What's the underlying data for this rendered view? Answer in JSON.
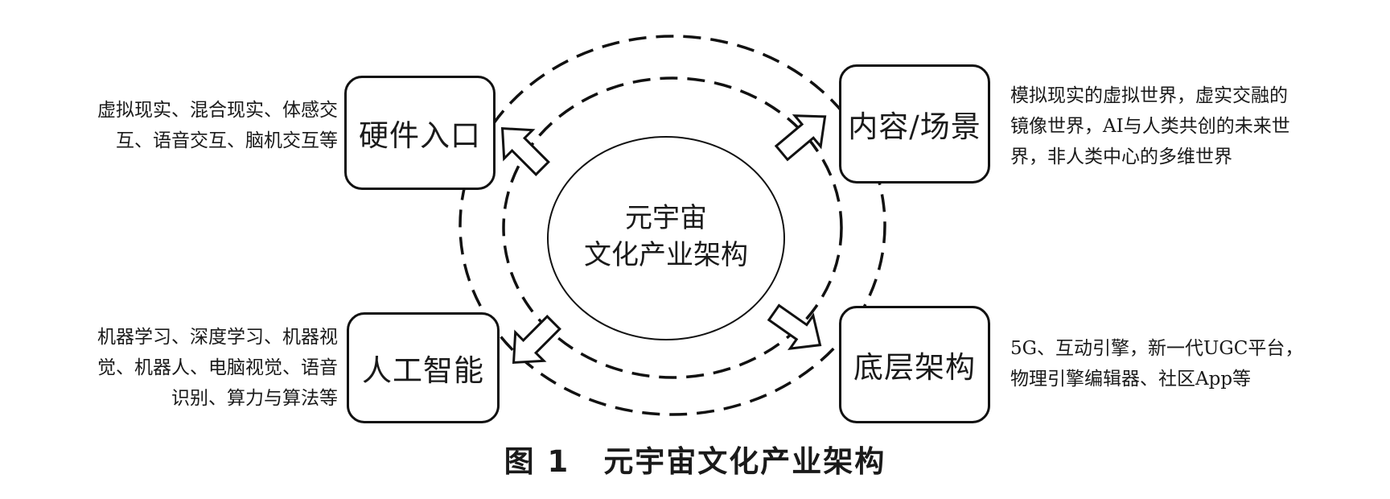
{
  "center": {
    "line1": "元宇宙",
    "line2": "文化产业架构"
  },
  "boxes": {
    "hardware": "硬件入口",
    "content": "内容/场景",
    "ai": "人工智能",
    "infra": "底层架构"
  },
  "descriptions": {
    "hardware": [
      "虚拟现实、混合现实、体感交",
      "互、语音交互、脑机交互等"
    ],
    "content": [
      "模拟现实的虚拟世界，虚实交融的",
      "镜像世界，AI与人类共创的未来世",
      "界，非人类中心的多维世界"
    ],
    "ai": [
      "机器学习、深度学习、机器视",
      "觉、机器人、电脑视觉、语音",
      "识别、算力与算法等"
    ],
    "infra": [
      "5G、互动引擎，新一代UGC平台，",
      "物理引擎编辑器、社区App等"
    ]
  },
  "caption": {
    "figure_no": "图 1",
    "title": "元宇宙文化产业架构"
  }
}
